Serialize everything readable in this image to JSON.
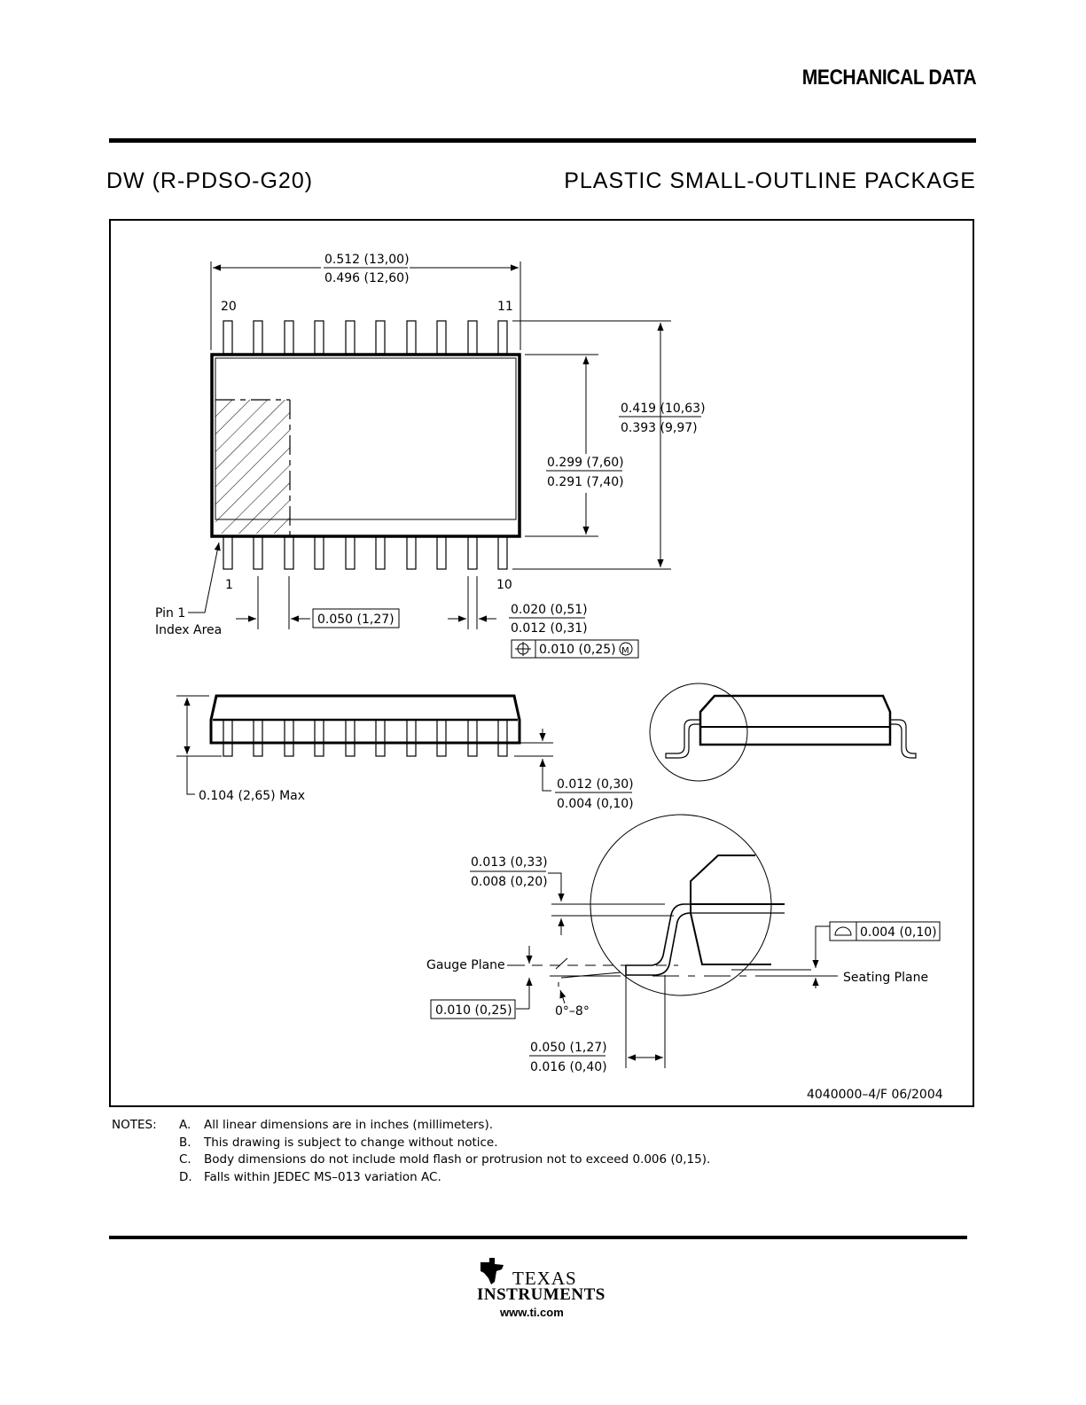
{
  "header": {
    "section_title": "MECHANICAL DATA",
    "package_code": "DW (R-PDSO-G20)",
    "package_name": "PLASTIC SMALL-OUTLINE PACKAGE"
  },
  "drawing": {
    "top_view": {
      "length_max": "0.512 (13,00)",
      "length_min": "0.496 (12,60)",
      "pin_20": "20",
      "pin_11": "11",
      "pin_1": "1",
      "pin_10": "10",
      "body_width_max": "0.299 (7,60)",
      "body_width_min": "0.291 (7,40)",
      "overall_width_max": "0.419 (10,63)",
      "overall_width_min": "0.393 (9,97)",
      "pin1_label_line1": "Pin 1",
      "pin1_label_line2": "Index Area",
      "pitch": "0.050 (1,27)",
      "lead_width_max": "0.020 (0,51)",
      "lead_width_min": "0.012 (0,31)",
      "position_tolerance": "0.010 (0,25)",
      "position_modifier": "M"
    },
    "side_view": {
      "height_max": "0.104 (2,65) Max",
      "standoff_max": "0.012 (0,30)",
      "standoff_min": "0.004 (0,10)"
    },
    "detail_view": {
      "lead_thickness_max": "0.013 (0,33)",
      "lead_thickness_min": "0.008 (0,20)",
      "gauge_plane": "Gauge Plane",
      "gauge_value": "0.010 (0,25)",
      "angle": "0°–8°",
      "foot_length_max": "0.050 (1,27)",
      "foot_length_min": "0.016 (0,40)",
      "coplanarity": "0.004 (0,10)",
      "seating_plane": "Seating Plane"
    },
    "drawing_id": "4040000–4/F 06/2004"
  },
  "notes": {
    "label": "NOTES:",
    "items": [
      {
        "key": "A.",
        "text": "All linear dimensions are in inches (millimeters)."
      },
      {
        "key": "B.",
        "text": "This drawing is subject to change without notice."
      },
      {
        "key": "C.",
        "text": "Body dimensions do not include mold flash or protrusion not to exceed 0.006 (0,15)."
      },
      {
        "key": "D.",
        "text": "Falls within JEDEC MS–013 variation AC."
      }
    ]
  },
  "footer": {
    "logo_line1": "TEXAS",
    "logo_line2": "INSTRUMENTS",
    "website": "www.ti.com"
  }
}
